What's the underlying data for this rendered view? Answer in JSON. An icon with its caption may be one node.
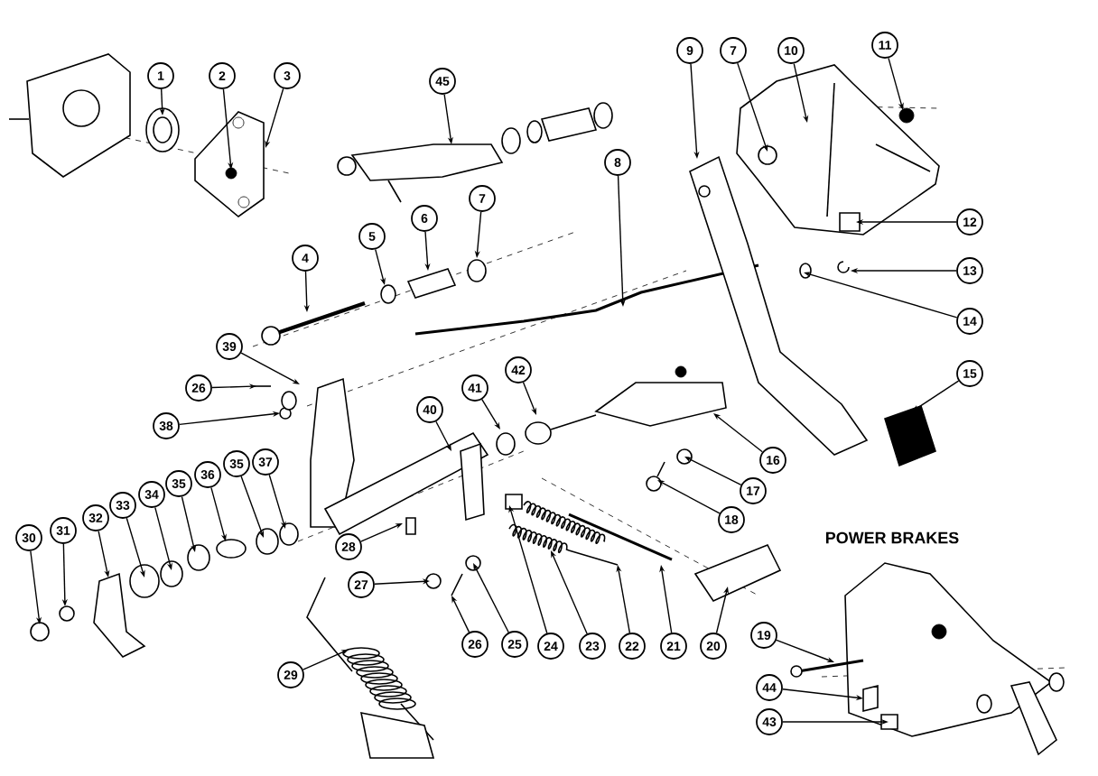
{
  "diagram": {
    "nodes": [
      {
        "text": [
          "1"
        ]
      },
      {
        "text": [
          "2"
        ]
      },
      {
        "text": [
          "3"
        ]
      },
      {
        "text": [
          "45"
        ]
      },
      {
        "text": [
          "9"
        ]
      },
      {
        "text": [
          "7"
        ]
      },
      {
        "text": [
          "10"
        ]
      },
      {
        "text": [
          "11"
        ]
      },
      {
        "text": [
          "8"
        ]
      },
      {
        "text": [
          "7"
        ]
      },
      {
        "text": [
          "6"
        ]
      },
      {
        "text": [
          "12"
        ]
      },
      {
        "text": [
          "5"
        ]
      },
      {
        "text": [
          "4"
        ]
      },
      {
        "text": [
          "13"
        ]
      },
      {
        "text": [
          "14"
        ]
      },
      {
        "text": [
          "39"
        ]
      },
      {
        "text": [
          "15"
        ]
      },
      {
        "text": [
          "42"
        ]
      },
      {
        "text": [
          "26"
        ]
      },
      {
        "text": [
          "41"
        ]
      },
      {
        "text": [
          "40"
        ]
      },
      {
        "text": [
          "38"
        ]
      },
      {
        "text": [
          "37"
        ]
      },
      {
        "text": [
          "35"
        ]
      },
      {
        "text": [
          "16"
        ]
      },
      {
        "text": [
          "36"
        ]
      },
      {
        "text": [
          "35"
        ]
      },
      {
        "text": [
          "17"
        ]
      },
      {
        "text": [
          "34"
        ]
      },
      {
        "text": [
          "33"
        ]
      },
      {
        "text": [
          "32"
        ]
      },
      {
        "text": [
          "18"
        ]
      },
      {
        "text": [
          "31"
        ]
      },
      {
        "text": [
          "30"
        ]
      },
      {
        "text": [
          "28"
        ]
      },
      {
        "text": [
          "27"
        ]
      },
      {
        "text": [
          "19"
        ]
      },
      {
        "text": [
          "26"
        ]
      },
      {
        "text": [
          "25"
        ]
      },
      {
        "text": [
          "24"
        ]
      },
      {
        "text": [
          "23"
        ]
      },
      {
        "text": [
          "22"
        ]
      },
      {
        "text": [
          "21"
        ]
      },
      {
        "text": [
          "20"
        ]
      },
      {
        "text": [
          "29"
        ]
      },
      {
        "text": [
          "44"
        ]
      },
      {
        "text": [
          "43"
        ]
      }
    ],
    "edges": [
      {
        "from": 0,
        "to": null,
        "arrow": "to"
      },
      {
        "from": 1,
        "to": null,
        "arrow": "to"
      },
      {
        "from": 2,
        "to": null,
        "arrow": "to"
      },
      {
        "from": 3,
        "to": null,
        "arrow": "to"
      },
      {
        "from": 4,
        "to": null,
        "arrow": "to"
      },
      {
        "from": 5,
        "to": null,
        "arrow": "to"
      },
      {
        "from": 6,
        "to": null,
        "arrow": "to"
      },
      {
        "from": 7,
        "to": null,
        "arrow": "to"
      },
      {
        "from": 8,
        "to": null,
        "arrow": "to"
      },
      {
        "from": 9,
        "to": null,
        "arrow": "to"
      },
      {
        "from": 10,
        "to": null,
        "arrow": "to"
      },
      {
        "from": 11,
        "to": null,
        "arrow": "to"
      },
      {
        "from": 12,
        "to": null,
        "arrow": "to"
      },
      {
        "from": 13,
        "to": null,
        "arrow": "to"
      },
      {
        "from": 14,
        "to": null,
        "arrow": "to"
      },
      {
        "from": 15,
        "to": null,
        "arrow": "to"
      },
      {
        "from": 16,
        "to": null,
        "arrow": "to"
      },
      {
        "from": 17,
        "to": null,
        "arrow": "to"
      },
      {
        "from": 18,
        "to": null,
        "arrow": "to"
      },
      {
        "from": 19,
        "to": null,
        "arrow": "to"
      },
      {
        "from": 20,
        "to": null,
        "arrow": "to"
      },
      {
        "from": 21,
        "to": null,
        "arrow": "to"
      },
      {
        "from": 22,
        "to": null,
        "arrow": "to"
      },
      {
        "from": 23,
        "to": null,
        "arrow": "to"
      },
      {
        "from": 24,
        "to": null,
        "arrow": "to"
      },
      {
        "from": 25,
        "to": null,
        "arrow": "to"
      },
      {
        "from": 26,
        "to": null,
        "arrow": "to"
      },
      {
        "from": 27,
        "to": null,
        "arrow": "to"
      },
      {
        "from": 28,
        "to": null,
        "arrow": "to"
      },
      {
        "from": 29,
        "to": null,
        "arrow": "to"
      },
      {
        "from": 30,
        "to": null,
        "arrow": "to"
      },
      {
        "from": 31,
        "to": null,
        "arrow": "to"
      },
      {
        "from": 32,
        "to": null,
        "arrow": "to"
      },
      {
        "from": 33,
        "to": null,
        "arrow": "to"
      },
      {
        "from": 34,
        "to": null,
        "arrow": "to"
      },
      {
        "from": 35,
        "to": null,
        "arrow": "to"
      },
      {
        "from": 36,
        "to": null,
        "arrow": "to"
      },
      {
        "from": 37,
        "to": null,
        "arrow": "to"
      },
      {
        "from": 38,
        "to": null,
        "arrow": "to"
      },
      {
        "from": 39,
        "to": null,
        "arrow": "to"
      },
      {
        "from": 40,
        "to": null,
        "arrow": "to"
      },
      {
        "from": 41,
        "to": null,
        "arrow": "to"
      },
      {
        "from": 42,
        "to": null,
        "arrow": "to"
      },
      {
        "from": 43,
        "to": null,
        "arrow": "to"
      },
      {
        "from": 44,
        "to": null,
        "arrow": "to"
      },
      {
        "from": 45,
        "to": null,
        "arrow": "to"
      },
      {
        "from": 46,
        "to": null,
        "arrow": "to"
      },
      {
        "from": 47,
        "to": null,
        "arrow": "to"
      }
    ],
    "labels": [
      "POWER BRAKES"
    ]
  }
}
